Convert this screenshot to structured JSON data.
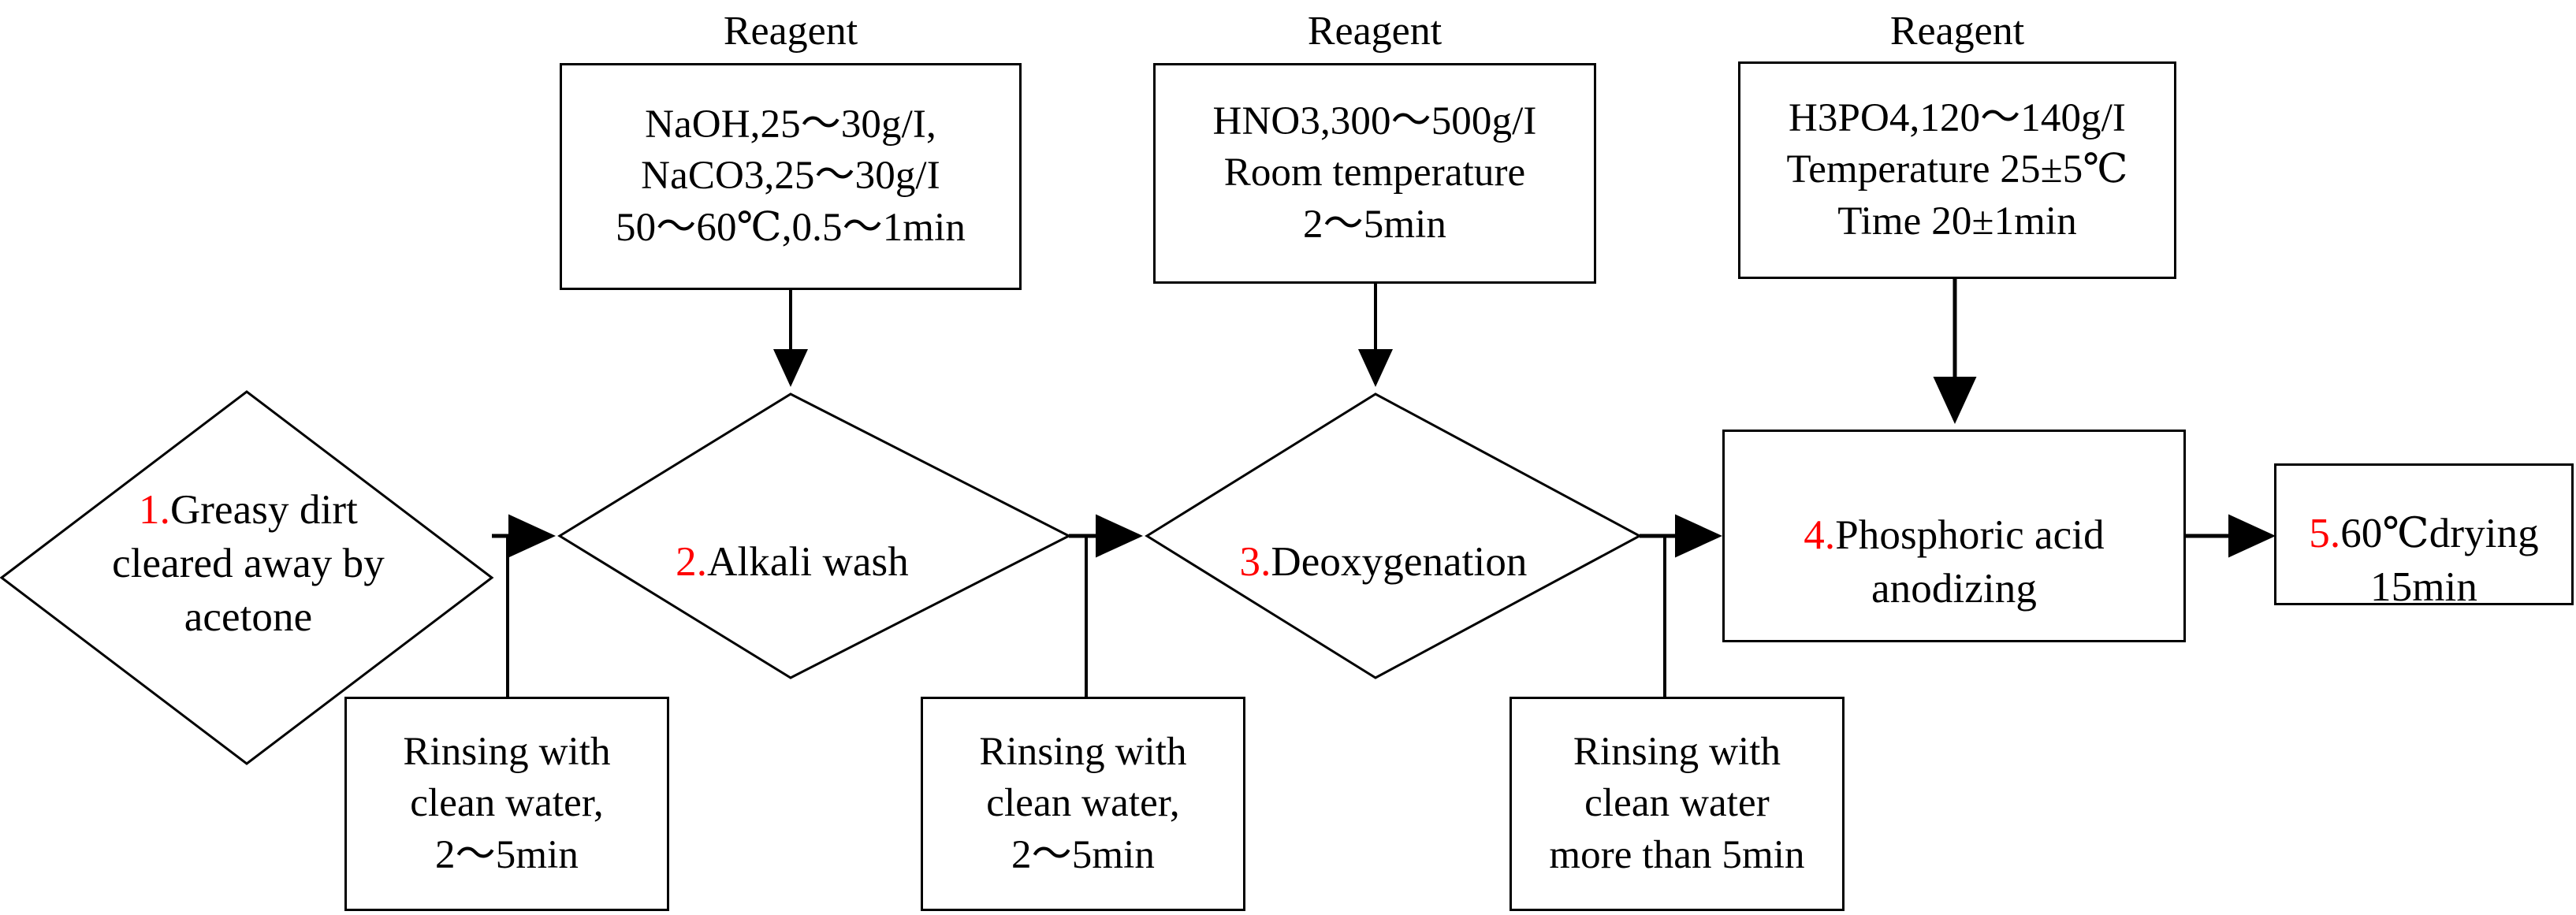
{
  "figure": {
    "accent_color": "#ff0000",
    "line_color": "#000000",
    "background": "#ffffff"
  },
  "reagent_label": "Reagent",
  "reagents": [
    {
      "title": "Reagent",
      "text": "NaOH,25～30g/I,\nNaCO3,25～30g/I\n50～60℃,0.5～1min"
    },
    {
      "title": "Reagent",
      "text": "HNO3,300～500g/I\nRoom temperature\n2～5min"
    },
    {
      "title": "Reagent",
      "text": "H3PO4,120～140g/I\nTemperature 25±5℃\nTime 20±1min"
    }
  ],
  "steps": [
    {
      "index": "1.",
      "label": "Greasy dirt\ncleared away by\nacetone",
      "shape": "diamond"
    },
    {
      "index": "2.",
      "label": "Alkali wash",
      "shape": "diamond"
    },
    {
      "index": "3.",
      "label": "Deoxygenation",
      "shape": "diamond"
    },
    {
      "index": "4.",
      "label": "Phosphoric acid\nanodizing",
      "shape": "rect"
    },
    {
      "index": "5.",
      "label": "60℃drying\n15min",
      "shape": "rect"
    }
  ],
  "rinses": [
    {
      "text": "Rinsing with\nclean water,\n2～5min"
    },
    {
      "text": "Rinsing with\nclean water,\n2～5min"
    },
    {
      "text": "Rinsing with\nclean water\nmore than 5min"
    }
  ]
}
